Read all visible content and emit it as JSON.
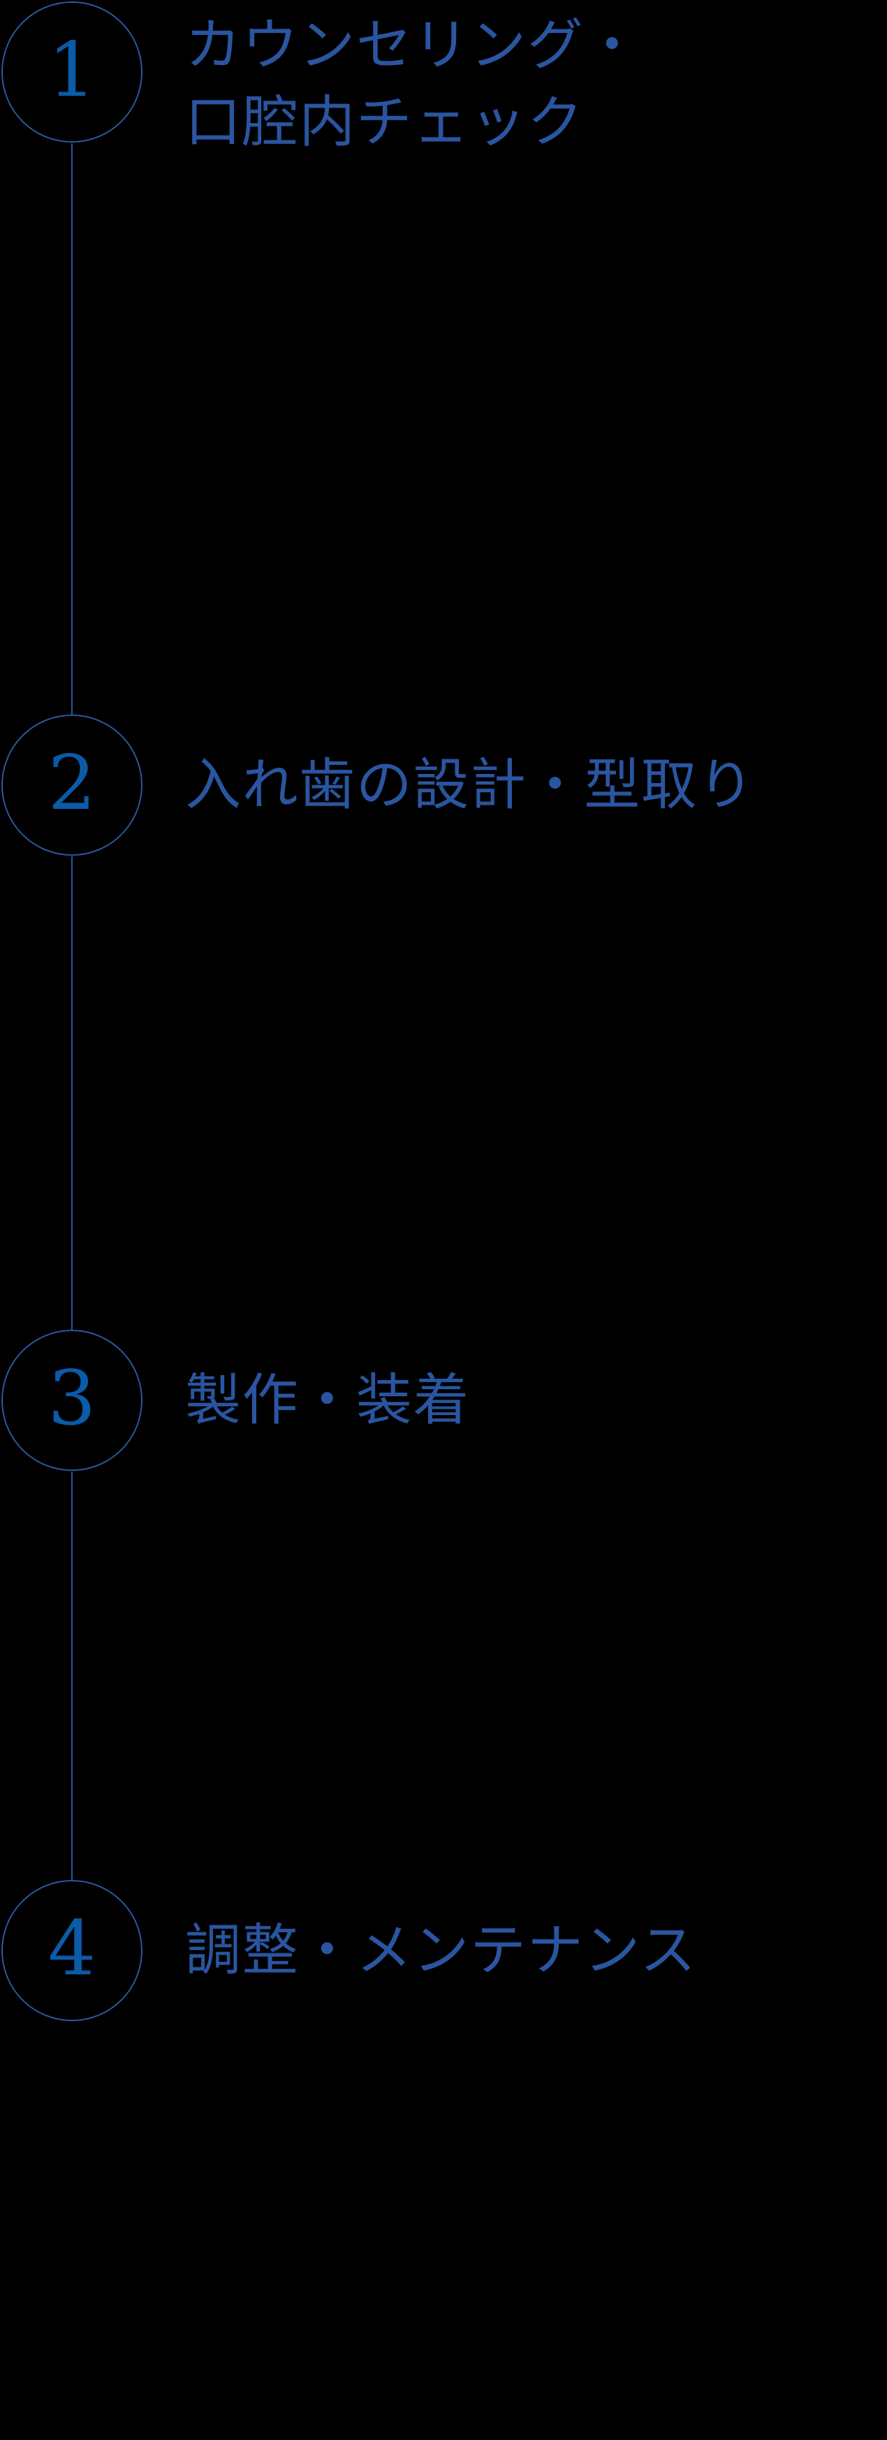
{
  "theme": {
    "background": "#000000",
    "ring_color": "#2b57a0",
    "numeral_color": "#0a5ba8",
    "label_color": "#2a55a0",
    "connector_color": "#2b57a0"
  },
  "flow": {
    "name": "denture-treatment-flow",
    "steps": [
      {
        "number": "1",
        "label": "カウンセリング・\n口腔内チェック"
      },
      {
        "number": "2",
        "label": "入れ歯の設計・型取り"
      },
      {
        "number": "3",
        "label": "製作・装着"
      },
      {
        "number": "4",
        "label": "調整・メンテナンス"
      }
    ]
  }
}
